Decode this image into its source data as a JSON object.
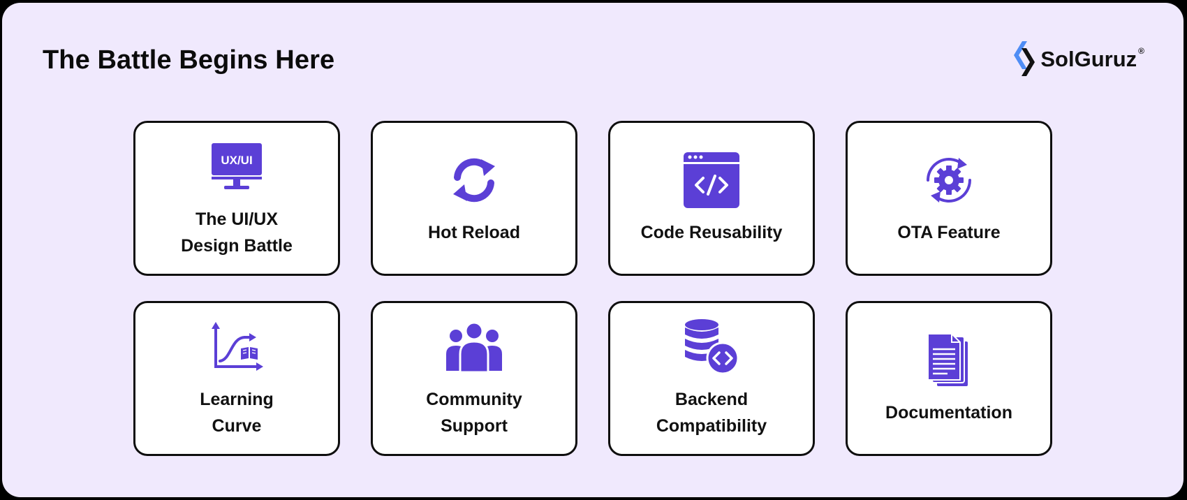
{
  "header": {
    "title": "The Battle Begins Here",
    "brand_name": "SolGuruz",
    "brand_reg": "®"
  },
  "colors": {
    "background": "#f0e9fd",
    "accent": "#5b3fd6",
    "border": "#0e0e0e",
    "card": "#ffffff"
  },
  "cards": [
    {
      "label": "The UI/UX\nDesign Battle",
      "icon": "ux-ui-monitor-icon",
      "icon_text": "UX/UI"
    },
    {
      "label": "Hot Reload",
      "icon": "refresh-icon"
    },
    {
      "label": "Code Reusability",
      "icon": "code-window-icon"
    },
    {
      "label": "OTA Feature",
      "icon": "gear-sync-icon"
    },
    {
      "label": "Learning\nCurve",
      "icon": "learning-curve-icon"
    },
    {
      "label": "Community\nSupport",
      "icon": "community-people-icon"
    },
    {
      "label": "Backend\nCompatibility",
      "icon": "database-code-icon"
    },
    {
      "label": "Documentation",
      "icon": "documents-icon"
    }
  ]
}
